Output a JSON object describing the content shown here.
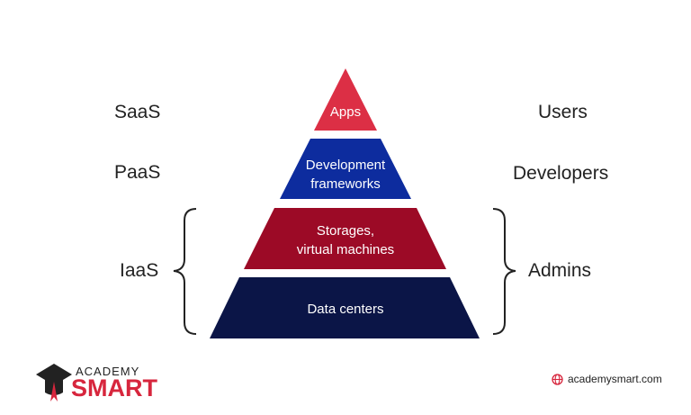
{
  "left_labels": {
    "saas": "SaaS",
    "paas": "PaaS",
    "iaas": "IaaS"
  },
  "right_labels": {
    "users": "Users",
    "developers": "Developers",
    "admins": "Admins"
  },
  "layers": {
    "apps": {
      "line1": "Apps",
      "color": "#dc2f45"
    },
    "dev": {
      "line1": "Development",
      "line2": "frameworks",
      "color": "#0d2c9e"
    },
    "storage": {
      "line1": "Storages,",
      "line2": "virtual machines",
      "color": "#9c0a26"
    },
    "datacenter": {
      "line1": "Data centers",
      "color": "#0b1547"
    }
  },
  "logo": {
    "top": "ACADEMY",
    "bottom": "SMART"
  },
  "footer": {
    "website": "academysmart.com"
  }
}
